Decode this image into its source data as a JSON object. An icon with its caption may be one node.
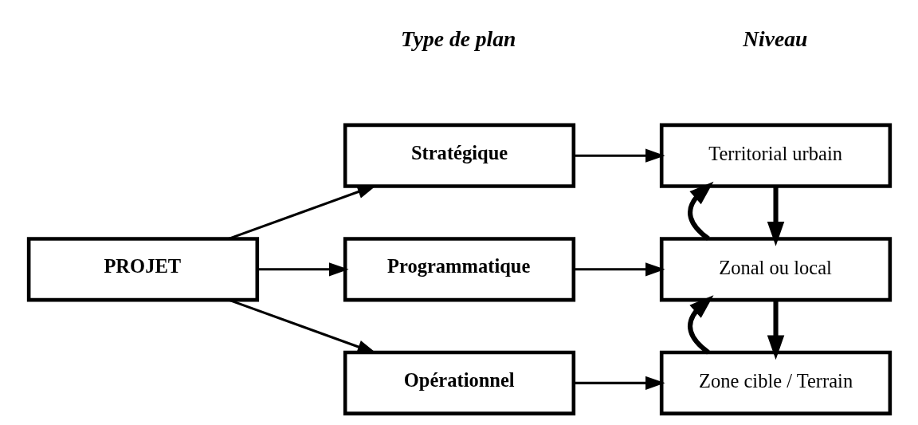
{
  "diagram": {
    "nodes": [
      {
        "text": [
          "PROJET"
        ]
      },
      {
        "text": [
          "Stratégique"
        ]
      },
      {
        "text": [
          "Programmatique"
        ]
      },
      {
        "text": [
          "Opérationnel"
        ]
      },
      {
        "text": [
          "Territorial urbain"
        ]
      },
      {
        "text": [
          "Zonal ou local"
        ]
      },
      {
        "text": [
          "Zone cible / Terrain"
        ]
      }
    ],
    "edges": [
      {
        "from": 0,
        "to": 1,
        "arrow": "to"
      },
      {
        "from": 0,
        "to": 2,
        "arrow": "to"
      },
      {
        "from": 0,
        "to": 3,
        "arrow": "to"
      },
      {
        "from": 1,
        "to": 4,
        "arrow": "to"
      },
      {
        "from": 2,
        "to": 5,
        "arrow": "to"
      },
      {
        "from": 3,
        "to": 6,
        "arrow": "to"
      },
      {
        "from": 4,
        "to": 5,
        "arrow": "to",
        "style": "thick"
      },
      {
        "from": 5,
        "to": 4,
        "arrow": "to",
        "style": "thick"
      },
      {
        "from": 5,
        "to": 6,
        "arrow": "to",
        "style": "thick"
      },
      {
        "from": 6,
        "to": 5,
        "arrow": "to",
        "style": "thick"
      }
    ],
    "labels": [
      "Type de plan",
      "Niveau"
    ]
  }
}
